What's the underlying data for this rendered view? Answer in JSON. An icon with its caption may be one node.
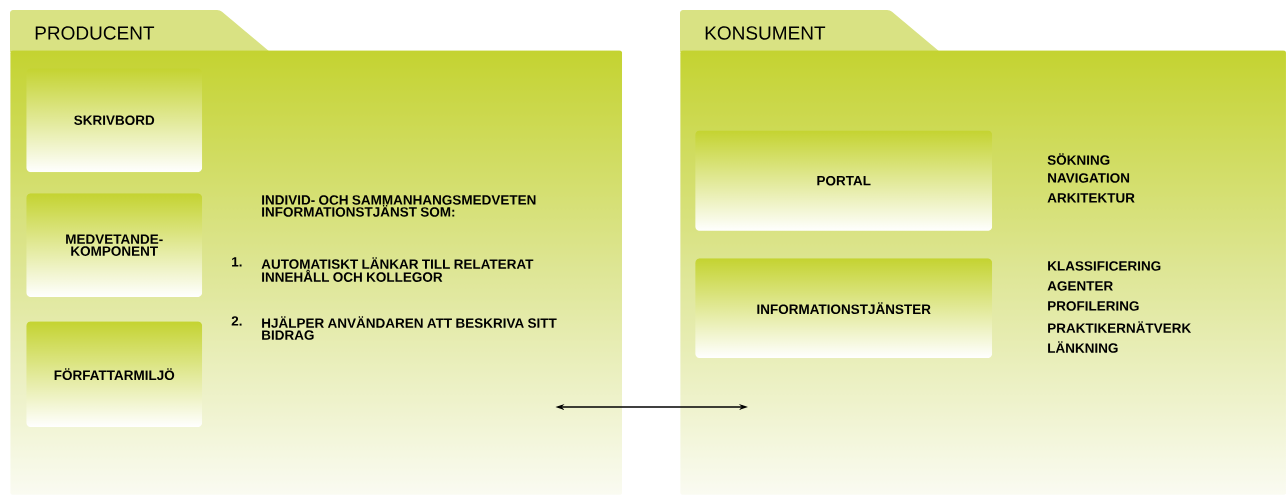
{
  "diagram": {
    "nodes": [
      {
        "text": [
          "PRODUCENT"
        ]
      },
      {
        "text": [
          "SKRIVBORD"
        ],
        "in": 0
      },
      {
        "text": [
          "MEDVETANDE- KOMPONENT"
        ],
        "in": 0
      },
      {
        "text": [
          "FÖRFATTARMILJÖ"
        ],
        "in": 0
      },
      {
        "text": [
          "KONSUMENT"
        ]
      },
      {
        "text": [
          "PORTAL"
        ],
        "in": 4
      },
      {
        "text": [
          "INFORMATIONSTJÄNSTER"
        ],
        "in": 4
      }
    ],
    "edges": [
      {
        "from": 0,
        "to": 4,
        "arrow": "both"
      }
    ],
    "labels": [
      "INDIVID- OCH SAMMANHANGSMEDVETEN INFORMATIONSTJÄNST SOM:",
      "1.",
      "AUTOMATISKT LÄNKAR TILL RELATERAT INNEHÅLL OCH KOLLEGOR",
      "2.",
      "HJÄLPER ANVÄNDAREN ATT BESKRIVA SITT BIDRAG",
      "SÖKNING",
      "NAVIGATION",
      "ARKITEKTUR",
      "KLASSIFICERING",
      "AGENTER",
      "PROFILERING",
      "PRAKTIKERNÄTVERK",
      "LÄNKNING"
    ]
  }
}
